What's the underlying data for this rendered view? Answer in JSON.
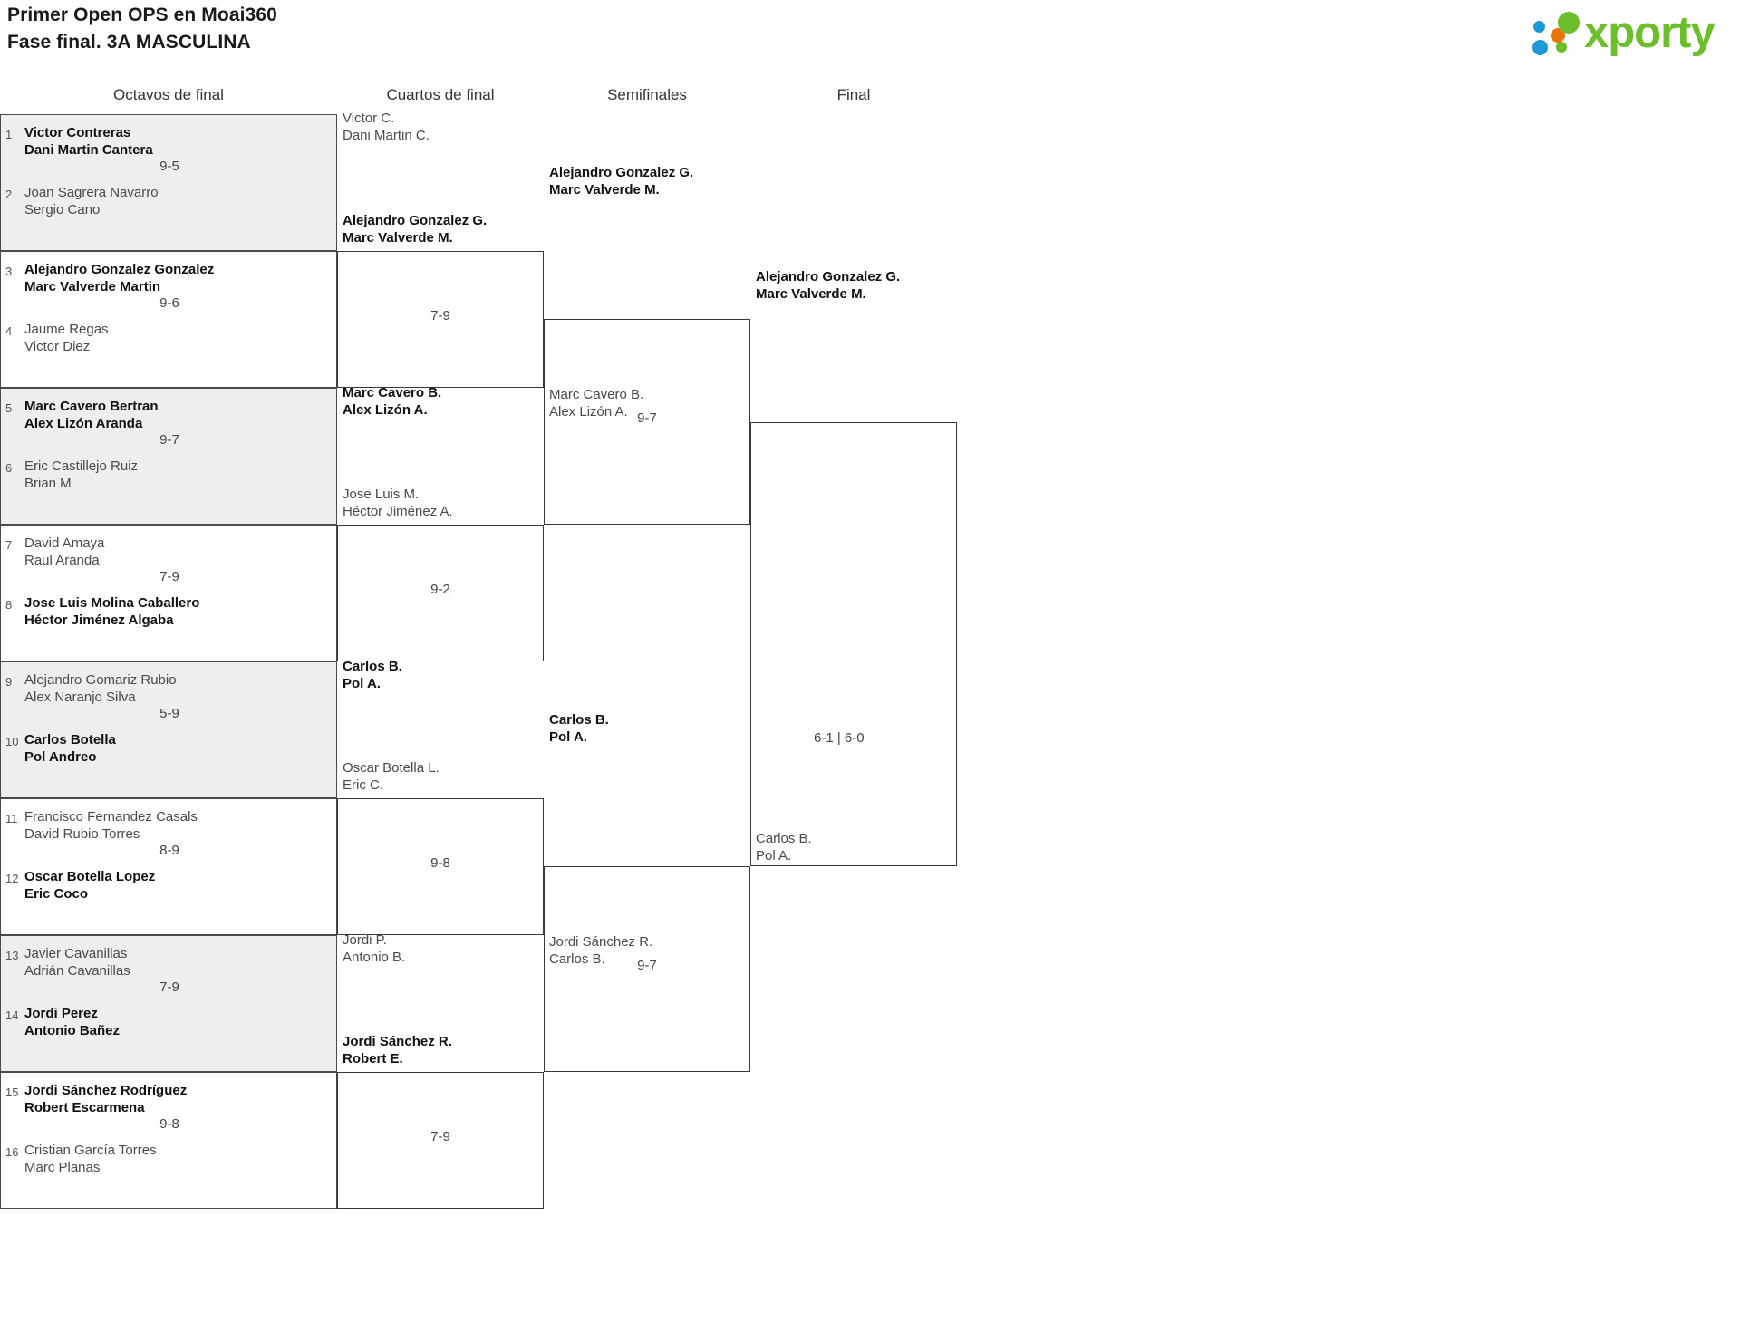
{
  "header": {
    "title_line1": "Primer Open OPS en Moai360",
    "title_line2": "Fase final. 3A MASCULINA",
    "logo_text": "xporty",
    "logo_colors": {
      "blue": "#1b9ad6",
      "orange": "#e8760a",
      "green": "#6cbe2a"
    }
  },
  "rounds": [
    {
      "label": "Octavos de final"
    },
    {
      "label": "Cuartos de final"
    },
    {
      "label": "Semifinales"
    },
    {
      "label": "Final"
    }
  ],
  "round1": [
    {
      "score": "9-5",
      "shade": true,
      "top": {
        "seed": "1",
        "p1": "Victor Contreras",
        "p2": "Dani Martin Cantera",
        "winner": true
      },
      "bottom": {
        "seed": "2",
        "p1": "Joan Sagrera Navarro",
        "p2": "Sergio Cano",
        "winner": false
      }
    },
    {
      "score": "9-6",
      "shade": false,
      "top": {
        "seed": "3",
        "p1": "Alejandro Gonzalez Gonzalez",
        "p2": "Marc Valverde Martin",
        "winner": true
      },
      "bottom": {
        "seed": "4",
        "p1": "Jaume Regas",
        "p2": "Victor Diez",
        "winner": false
      }
    },
    {
      "score": "9-7",
      "shade": true,
      "top": {
        "seed": "5",
        "p1": "Marc Cavero Bertran",
        "p2": "Alex Lizón Aranda",
        "winner": true
      },
      "bottom": {
        "seed": "6",
        "p1": "Eric Castillejo Ruiz",
        "p2": "Brian M",
        "winner": false
      }
    },
    {
      "score": "7-9",
      "shade": false,
      "top": {
        "seed": "7",
        "p1": "David Amaya",
        "p2": "Raul Aranda",
        "winner": false
      },
      "bottom": {
        "seed": "8",
        "p1": "Jose Luis Molina Caballero",
        "p2": "Héctor Jiménez Algaba",
        "winner": true
      }
    },
    {
      "score": "5-9",
      "shade": true,
      "top": {
        "seed": "9",
        "p1": "Alejandro Gomariz Rubio",
        "p2": "Alex Naranjo Silva",
        "winner": false
      },
      "bottom": {
        "seed": "10",
        "p1": "Carlos Botella",
        "p2": "Pol Andreo",
        "winner": true
      }
    },
    {
      "score": "8-9",
      "shade": false,
      "top": {
        "seed": "11",
        "p1": "Francisco Fernandez Casals",
        "p2": "David Rubio Torres",
        "winner": false
      },
      "bottom": {
        "seed": "12",
        "p1": "Oscar Botella Lopez",
        "p2": "Eric Coco",
        "winner": true
      }
    },
    {
      "score": "7-9",
      "shade": true,
      "top": {
        "seed": "13",
        "p1": "Javier Cavanillas",
        "p2": "Adrián Cavanillas",
        "winner": false
      },
      "bottom": {
        "seed": "14",
        "p1": "Jordi Perez",
        "p2": "Antonio Bañez",
        "winner": true
      }
    },
    {
      "score": "9-8",
      "shade": false,
      "top": {
        "seed": "15",
        "p1": "Jordi Sánchez Rodríguez",
        "p2": "Robert Escarmena",
        "winner": true
      },
      "bottom": {
        "seed": "16",
        "p1": "Cristian García Torres",
        "p2": "Marc Planas",
        "winner": false
      }
    }
  ],
  "round2": [
    {
      "score": "7-9",
      "top": {
        "p1": "Victor C.",
        "p2": "Dani Martin C.",
        "winner": false
      },
      "bottom": {
        "p1": "Alejandro Gonzalez G.",
        "p2": "Marc Valverde M.",
        "winner": true
      }
    },
    {
      "score": "9-2",
      "top": {
        "p1": "Marc Cavero B.",
        "p2": "Alex Lizón A.",
        "winner": true
      },
      "bottom": {
        "p1": "Jose Luis M.",
        "p2": "Héctor Jiménez A.",
        "winner": false
      }
    },
    {
      "score": "9-8",
      "top": {
        "p1": "Carlos B.",
        "p2": "Pol A.",
        "winner": true
      },
      "bottom": {
        "p1": "Oscar Botella L.",
        "p2": "Eric C.",
        "winner": false
      }
    },
    {
      "score": "7-9",
      "top": {
        "p1": "Jordi P.",
        "p2": "Antonio B.",
        "winner": false
      },
      "bottom": {
        "p1": "Jordi Sánchez R.",
        "p2": "Robert E.",
        "winner": true
      }
    }
  ],
  "round3": [
    {
      "score": "9-7",
      "top": {
        "p1": "Alejandro Gonzalez G.",
        "p2": "Marc Valverde M.",
        "winner": true
      },
      "bottom": {
        "p1": "Marc Cavero B.",
        "p2": "Alex Lizón A.",
        "winner": false
      }
    },
    {
      "score": "9-7",
      "top": {
        "p1": "Carlos B.",
        "p2": "Pol A.",
        "winner": true
      },
      "bottom": {
        "p1": "Jordi Sánchez R.",
        "p2": "Carlos B.",
        "winner": false
      }
    }
  ],
  "round3_bottom_labels": {
    "p1": "Carlos B.",
    "p2": "Pol A."
  },
  "round4": {
    "score": "6-1 | 6-0",
    "top": {
      "p1": "Alejandro Gonzalez G.",
      "p2": "Marc Valverde M.",
      "winner": true
    },
    "bottom": {
      "p1": "Jordi Sánchez R.",
      "p2": "Robert E.",
      "winner": false
    }
  }
}
